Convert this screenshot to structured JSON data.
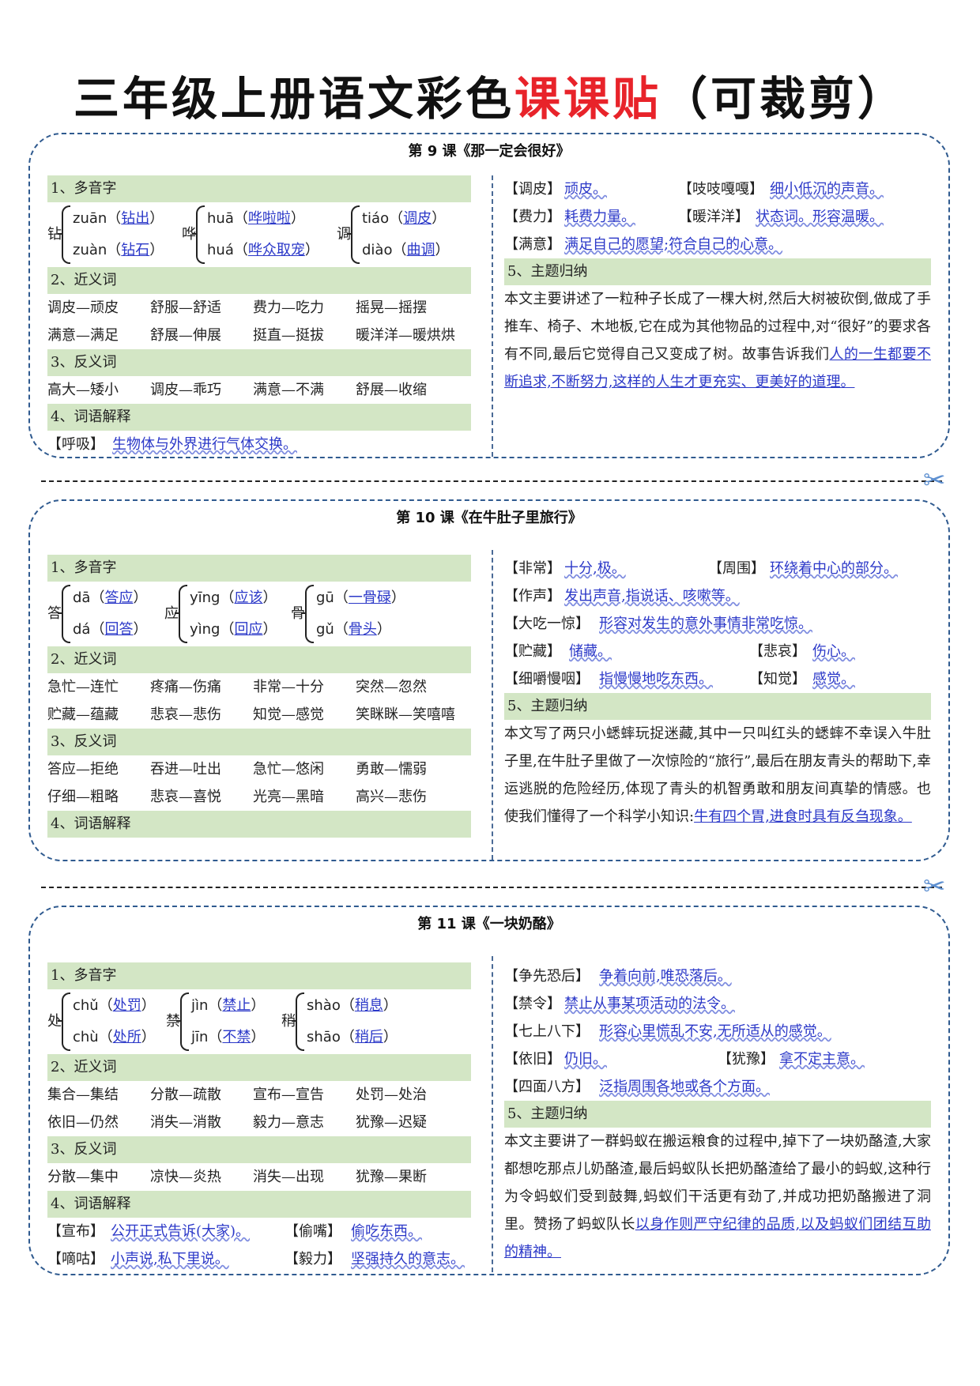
{
  "title": {
    "main": "三年级上册语文彩色",
    "highlight": "课课贴",
    "suffix": "（可裁剪）"
  },
  "icons": {
    "cut": "scissors-icon"
  },
  "lessons": [
    {
      "title": "第 9 课《那一定会很好》",
      "s1": "1、多音字",
      "s2": "2、近义词",
      "s3": "3、反义词",
      "s4": "4、词语解释",
      "s5": "5、主题归纳",
      "poly": [
        {
          "ch": "钻",
          "p1": "zuān",
          "w1": "钻出",
          "p2": "zuàn",
          "w2": "钻石"
        },
        {
          "ch": "哗",
          "p1": "huā",
          "w1": "哗啦啦",
          "p2": "huá",
          "w2": "哗众取宠"
        },
        {
          "ch": "调",
          "p1": "tiáo",
          "w1": "调皮",
          "p2": "diào",
          "w2": "曲调"
        }
      ],
      "syn": [
        [
          "调皮—顽皮",
          "舒服—舒适",
          "费力—吃力",
          "摇晃—摇摆"
        ],
        [
          "满意—满足",
          "舒展—伸展",
          "挺直—挺拔",
          "暖洋洋—暖烘烘"
        ]
      ],
      "ant": [
        [
          "高大—矮小",
          "调皮—乖巧",
          "满意—不满",
          "舒展—收缩"
        ]
      ],
      "left_defs": [
        [
          "【呼吸】",
          "生物体与外界进行气体交换。"
        ]
      ],
      "right_defs": [
        [
          "【调皮】",
          "顽皮。",
          "【吱吱嘎嘎】",
          "细小低沉的声音。"
        ],
        [
          "【费力】",
          "耗费力量。",
          "【暖洋洋】",
          "状态词。形容温暖。"
        ],
        [
          "【满意】",
          "满足自己的愿望;符合自己的心意。"
        ]
      ],
      "summary": "本文主要讲述了一粒种子长成了一棵大树,然后大树被砍倒,做成了手推车、椅子、木地板,它在成为其他物品的过程中,对“很好”的要求各有不同,最后它觉得自己又变成了树。故事告诉我们",
      "summary_em": "人的一生都要不断追求,不断努力,这样的人生才更充实、更美好的道理。"
    },
    {
      "title": "第 10 课《在牛肚子里旅行》",
      "s1": "1、多音字",
      "s2": "2、近义词",
      "s3": "3、反义词",
      "s4": "4、词语解释",
      "s5": "5、主题归纳",
      "poly": [
        {
          "ch": "答",
          "p1": "dā",
          "w1": "答应",
          "p2": "dá",
          "w2": "回答"
        },
        {
          "ch": "应",
          "p1": "yīng",
          "w1": "应该",
          "p2": "yìng",
          "w2": "回应"
        },
        {
          "ch": "骨",
          "p1": "gū",
          "w1": "一骨碌",
          "p2": "gǔ",
          "w2": "骨头"
        }
      ],
      "syn": [
        [
          "急忙—连忙",
          "疼痛—伤痛",
          "非常—十分",
          "突然—忽然"
        ],
        [
          "贮藏—蕴藏",
          "悲哀—悲伤",
          "知觉—感觉",
          "笑眯眯—笑嘻嘻"
        ]
      ],
      "ant": [
        [
          "答应—拒绝",
          "吞进—吐出",
          "急忙—悠闲",
          "勇敢—懦弱"
        ],
        [
          "仔细—粗略",
          "悲哀—喜悦",
          "光亮—黑暗",
          "高兴—悲伤"
        ]
      ],
      "left_defs": [],
      "right_defs": [
        [
          "【非常】",
          "十分,极。",
          "【周围】",
          "环绕着中心的部分。"
        ],
        [
          "【作声】",
          "发出声音,指说话、咳嗽等。"
        ],
        [
          "【大吃一惊】",
          "形容对发生的意外事情非常吃惊。"
        ],
        [
          "【贮藏】",
          "储藏。",
          "【悲哀】",
          "伤心。"
        ],
        [
          "【细嚼慢咽】",
          "指慢慢地吃东西。",
          "【知觉】",
          "感觉。"
        ]
      ],
      "summary": "本文写了两只小蟋蟀玩捉迷藏,其中一只叫红头的蟋蟀不幸误入牛肚子里,在牛肚子里做了一次惊险的“旅行”,最后在朋友青头的帮助下,幸运逃脱的危险经历,体现了青头的机智勇敢和朋友间真挚的情感。也使我们懂得了一个科学小知识:",
      "summary_em": "牛有四个胃,进食时具有反刍现象。"
    },
    {
      "title": "第 11 课《一块奶酪》",
      "s1": "1、多音字",
      "s2": "2、近义词",
      "s3": "3、反义词",
      "s4": "4、词语解释",
      "s5": "5、主题归纳",
      "poly": [
        {
          "ch": "处",
          "p1": "chǔ",
          "w1": "处罚",
          "p2": "chù",
          "w2": "处所"
        },
        {
          "ch": "禁",
          "p1": "jìn",
          "w1": "禁止",
          "p2": "jīn",
          "w2": "不禁"
        },
        {
          "ch": "稍",
          "p1": "shào",
          "w1": "稍息",
          "p2": "shāo",
          "w2": "稍后"
        }
      ],
      "syn": [
        [
          "集合—集结",
          "分散—疏散",
          "宣布—宣告",
          "处罚—处治"
        ],
        [
          "依旧—仍然",
          "消失—消散",
          "毅力—意志",
          "犹豫—迟疑"
        ]
      ],
      "ant": [
        [
          "分散—集中",
          "凉快—炎热",
          "消失—出现",
          "犹豫—果断"
        ]
      ],
      "left_defs": [
        [
          "【宣布】",
          "公开正式告诉(大家)。",
          "【偷嘴】",
          "偷吃东西。"
        ],
        [
          "【嘀咕】",
          "小声说,私下里说。",
          "【毅力】",
          "坚强持久的意志。"
        ]
      ],
      "right_defs": [
        [
          "【争先恐后】",
          "争着向前,唯恐落后。"
        ],
        [
          "【禁令】",
          "禁止从事某项活动的法令。"
        ],
        [
          "【七上八下】",
          "形容心里慌乱不安,无所适从的感觉。"
        ],
        [
          "【依旧】",
          "仍旧。",
          "【犹豫】",
          "拿不定主意。"
        ],
        [
          "【四面八方】",
          "泛指周围各地或各个方面。"
        ]
      ],
      "summary": "本文主要讲了一群蚂蚁在搬运粮食的过程中,掉下了一块奶酪渣,大家都想吃那点儿奶酪渣,最后蚂蚁队长把奶酪渣给了最小的蚂蚁,这种行为令蚂蚁们受到鼓舞,蚂蚁们干活更有劲了,并成功把奶酪搬进了洞里。赞扬了蚂蚁队长",
      "summary_em": "以身作则严守纪律的品质,以及蚂蚁们团结互助的精神。"
    }
  ]
}
